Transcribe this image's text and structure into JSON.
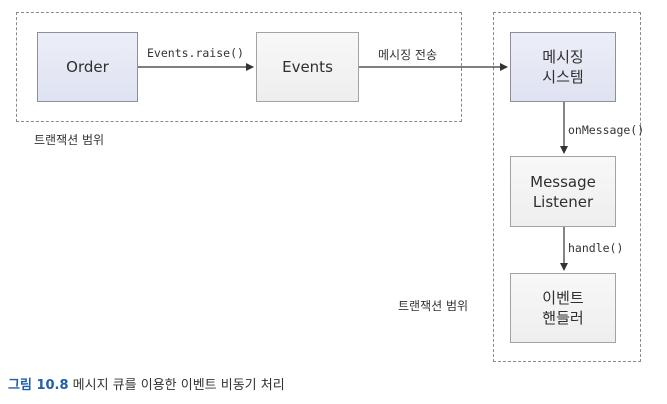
{
  "left_region": {
    "label": "트랜잭션 범위"
  },
  "right_region": {
    "label": "트랜잭션 범위"
  },
  "nodes": {
    "order": "Order",
    "events": "Events",
    "messaging_system": "메시징\n시스템",
    "message_listener": "Message\nListener",
    "event_handler": "이벤트\n핸들러"
  },
  "edges": {
    "order_to_events": "Events.raise()",
    "events_to_messaging": "메시징 전송",
    "messaging_to_listener": "onMessage()",
    "listener_to_handler": "handle()"
  },
  "caption": {
    "figure": "그림 10.8",
    "text": "메시지 큐를 이용한 이벤트 비동기 처리"
  }
}
